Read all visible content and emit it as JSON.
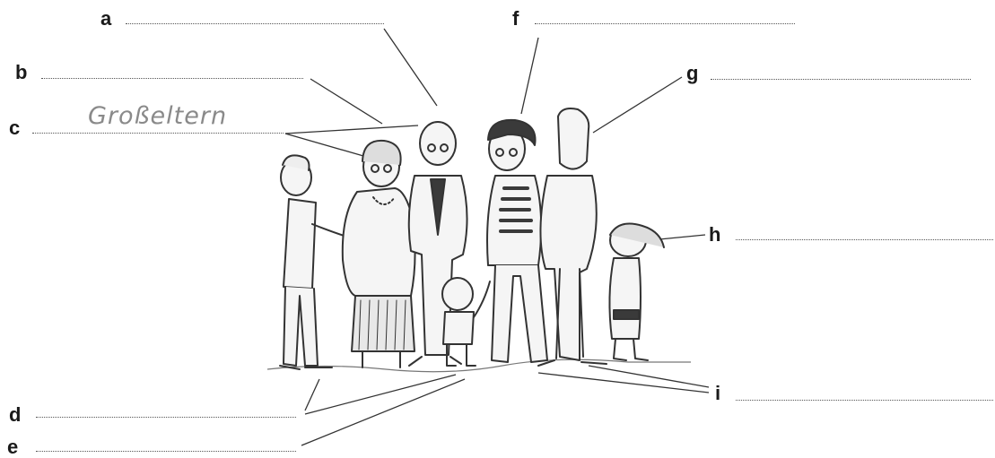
{
  "exercise": {
    "items": [
      {
        "letter": "a",
        "answer": ""
      },
      {
        "letter": "b",
        "answer": ""
      },
      {
        "letter": "c",
        "answer": "Großeltern"
      },
      {
        "letter": "d",
        "answer": ""
      },
      {
        "letter": "e",
        "answer": ""
      },
      {
        "letter": "f",
        "answer": ""
      },
      {
        "letter": "g",
        "answer": ""
      },
      {
        "letter": "h",
        "answer": ""
      },
      {
        "letter": "i",
        "answer": ""
      }
    ]
  },
  "illustration": {
    "subject": "family-group-sketch",
    "colors": {
      "stroke": "#333333",
      "fill": "#f2f2f2",
      "dark": "#3a3a3a"
    }
  }
}
